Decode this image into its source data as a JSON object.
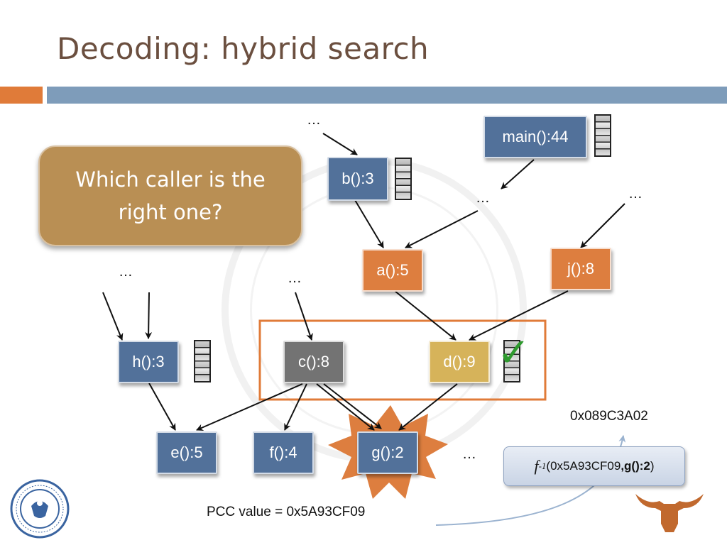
{
  "slide": {
    "title": "Decoding: hybrid search",
    "callout": "Which caller is the right one?"
  },
  "nodes": {
    "main": "main():44",
    "b": "b():3",
    "a": "a():5",
    "j": "j():8",
    "h": "h():3",
    "c": "c():8",
    "d": "d():9",
    "e": "e():5",
    "f": "f():4",
    "g": "g():2"
  },
  "ellipsis": "…",
  "check_glyph": "✓",
  "pcc_label": "PCC value = 0x5A93CF09",
  "address_label": "0x089C3A02",
  "inverse_box": {
    "func": "f",
    "exponent": "-1",
    "open": "(",
    "pcc": "0x5A93CF09",
    "sep": ", ",
    "node": "g():2",
    "close": ")"
  },
  "colors": {
    "title": "#6b4f3f",
    "accent_orange": "#e07b39",
    "accent_blue": "#7e9cba",
    "node_blue": "#52719a",
    "node_orange": "#dd7e3f",
    "node_gray": "#737373",
    "node_gold": "#d6b35a",
    "highlight_box": "#e07b39",
    "check": "#2e9a2e"
  },
  "logos": {
    "left": "tufts-seal-logo",
    "right": "longhorn-logo"
  }
}
